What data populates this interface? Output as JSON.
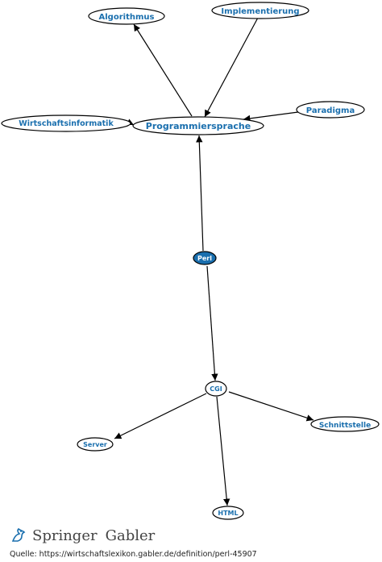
{
  "diagram": {
    "center": "Perl",
    "nodes": {
      "algorithmus": "Algorithmus",
      "implementierung": "Implementierung",
      "paradigma": "Paradigma",
      "wirtschaftsinformatik": "Wirtschaftsinformatik",
      "programmiersprache": "Programmiersprache",
      "perl": "Perl",
      "cgi": "CGI",
      "server": "Server",
      "schnittstelle": "Schnittstelle",
      "html": "HTML"
    },
    "edges": [
      {
        "from": "programmiersprache",
        "to": "algorithmus"
      },
      {
        "from": "implementierung",
        "to": "programmiersprache"
      },
      {
        "from": "paradigma",
        "to": "programmiersprache"
      },
      {
        "from": "wirtschaftsinformatik",
        "to": "programmiersprache"
      },
      {
        "from": "perl",
        "to": "programmiersprache"
      },
      {
        "from": "perl",
        "to": "cgi"
      },
      {
        "from": "cgi",
        "to": "server"
      },
      {
        "from": "cgi",
        "to": "schnittstelle"
      },
      {
        "from": "cgi",
        "to": "html"
      }
    ],
    "colors": {
      "node_text": "#1a6fae",
      "center_fill": "#1a6fae",
      "edge": "#000000"
    }
  },
  "footer": {
    "brand_springer": "Springer",
    "brand_gabler": "Gabler",
    "source": "Quelle: https://wirtschaftslexikon.gabler.de/definition/perl-45907"
  }
}
